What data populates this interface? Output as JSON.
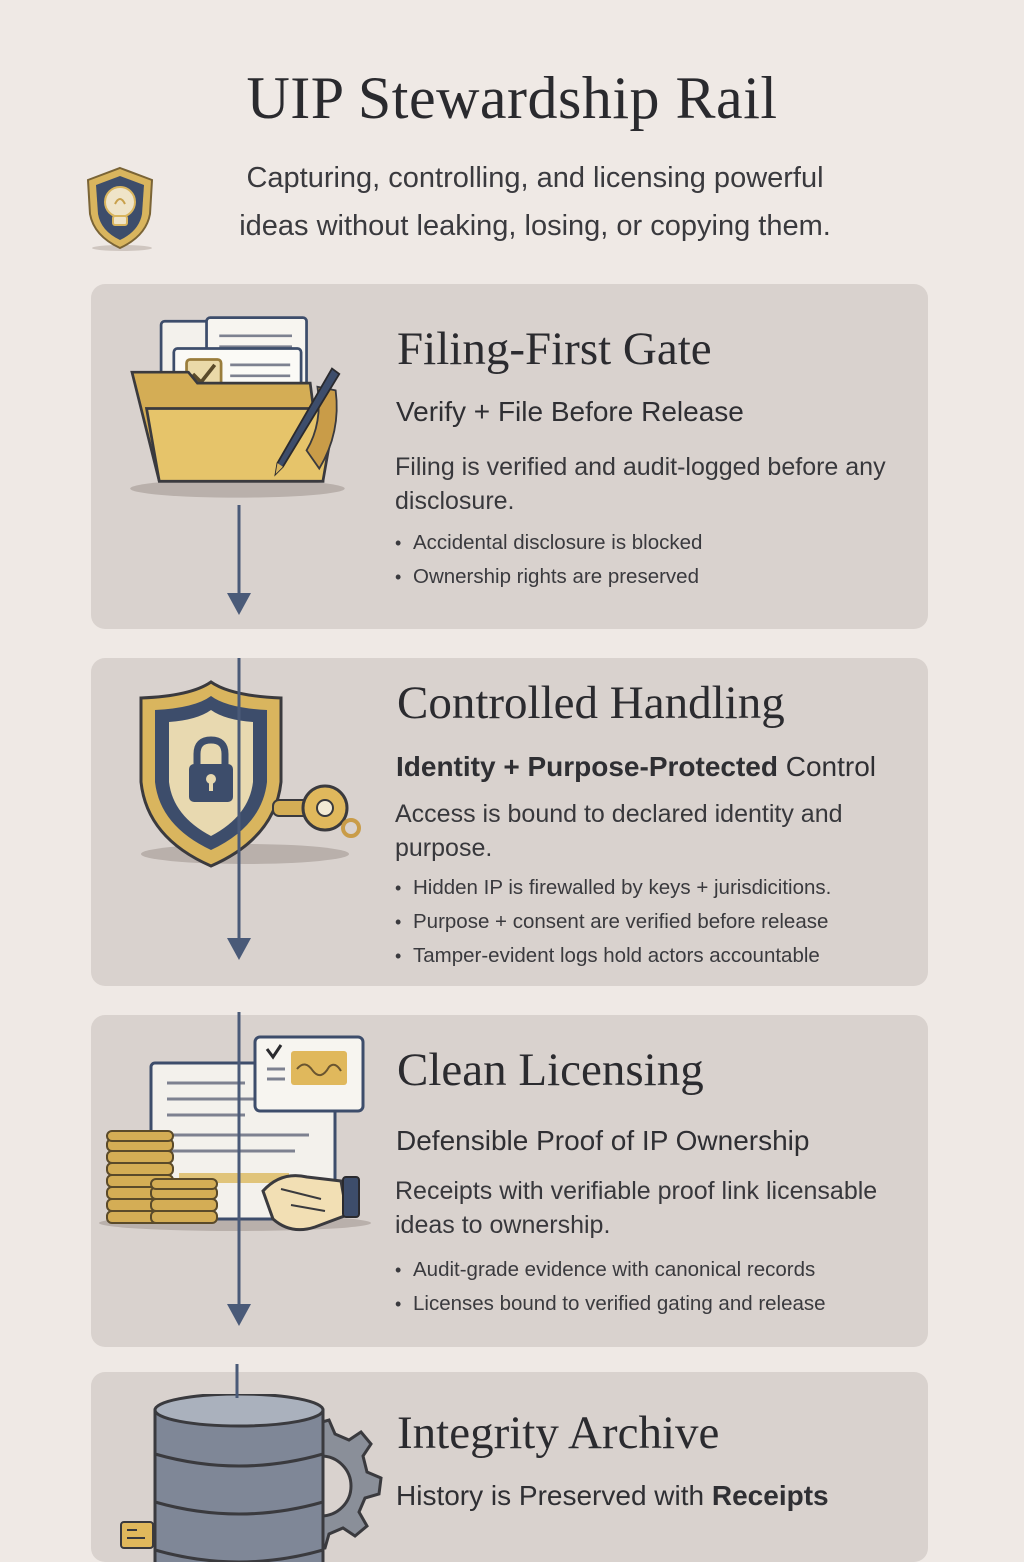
{
  "header": {
    "title": "UIP Stewardship Rail",
    "subtitle_line1": "Capturing, controlling, and licensing powerful",
    "subtitle_line2": "ideas without leaking, losing, or copying them.",
    "icon": "lightbulb-shield-icon"
  },
  "colors": {
    "background": "#efe9e5",
    "card": "#d9d2ce",
    "accent_navy": "#3d4d6b",
    "accent_gold": "#d9b55e"
  },
  "steps": [
    {
      "title": "Filing-First Gate",
      "subtitle": "Verify + File Before Release",
      "description": "Filing is verified and audit-logged before any disclosure.",
      "bullets": [
        "Accidental disclosure is blocked",
        "Ownership rights are preserved"
      ],
      "icon": "folder-document-pen-icon"
    },
    {
      "title": "Controlled Handling",
      "subtitle_bold": "Identity + Purpose-Protected",
      "subtitle_rest": " Control",
      "description": "Access is bound to declared identity and purpose.",
      "bullets": [
        "Hidden IP is firewalled by keys + jurisdicitions.",
        "Purpose + consent are verified before release",
        "Tamper-evident logs hold actors accountable"
      ],
      "icon": "shield-lock-key-icon"
    },
    {
      "title": "Clean Licensing",
      "subtitle": "Defensible Proof of IP Ownership",
      "description": "Receipts with verifiable proof link licensable ideas to ownership.",
      "bullets": [
        "Audit-grade evidence with canonical records",
        "Licenses bound to verified gating and release"
      ],
      "icon": "contract-coins-handshake-icon"
    },
    {
      "title": "Integrity Archive",
      "subtitle_rest": "History is Preserved with ",
      "subtitle_bold": "Receipts",
      "icon": "database-gear-icon"
    }
  ]
}
